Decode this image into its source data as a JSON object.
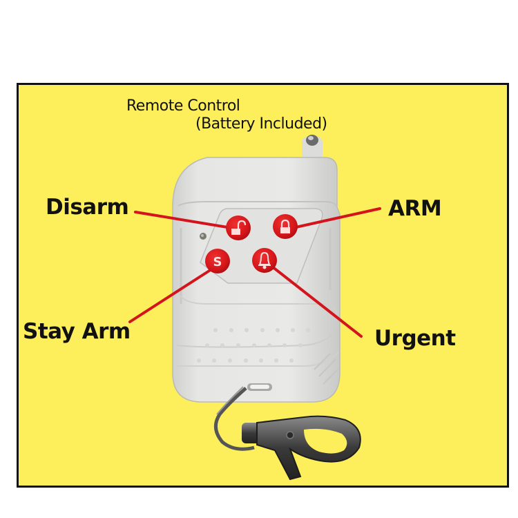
{
  "title": {
    "line1": "Remote Control",
    "line2": "(Battery Included)"
  },
  "labels": {
    "disarm": "Disarm",
    "arm": "ARM",
    "stay_arm": "Stay Arm",
    "urgent": "Urgent"
  },
  "buttons": [
    {
      "name": "disarm",
      "icon": "unlocked-padlock-icon",
      "glyph": ""
    },
    {
      "name": "arm",
      "icon": "locked-padlock-icon",
      "glyph": ""
    },
    {
      "name": "stay-arm",
      "icon": "letter-s-icon",
      "glyph": "S"
    },
    {
      "name": "urgent",
      "icon": "bell-icon",
      "glyph": ""
    }
  ],
  "colors": {
    "background": "#fcef5b",
    "border": "#111111",
    "button_red": "#d8181c",
    "pointer_line": "#d4141c",
    "remote_body": "#e4e4e2"
  }
}
